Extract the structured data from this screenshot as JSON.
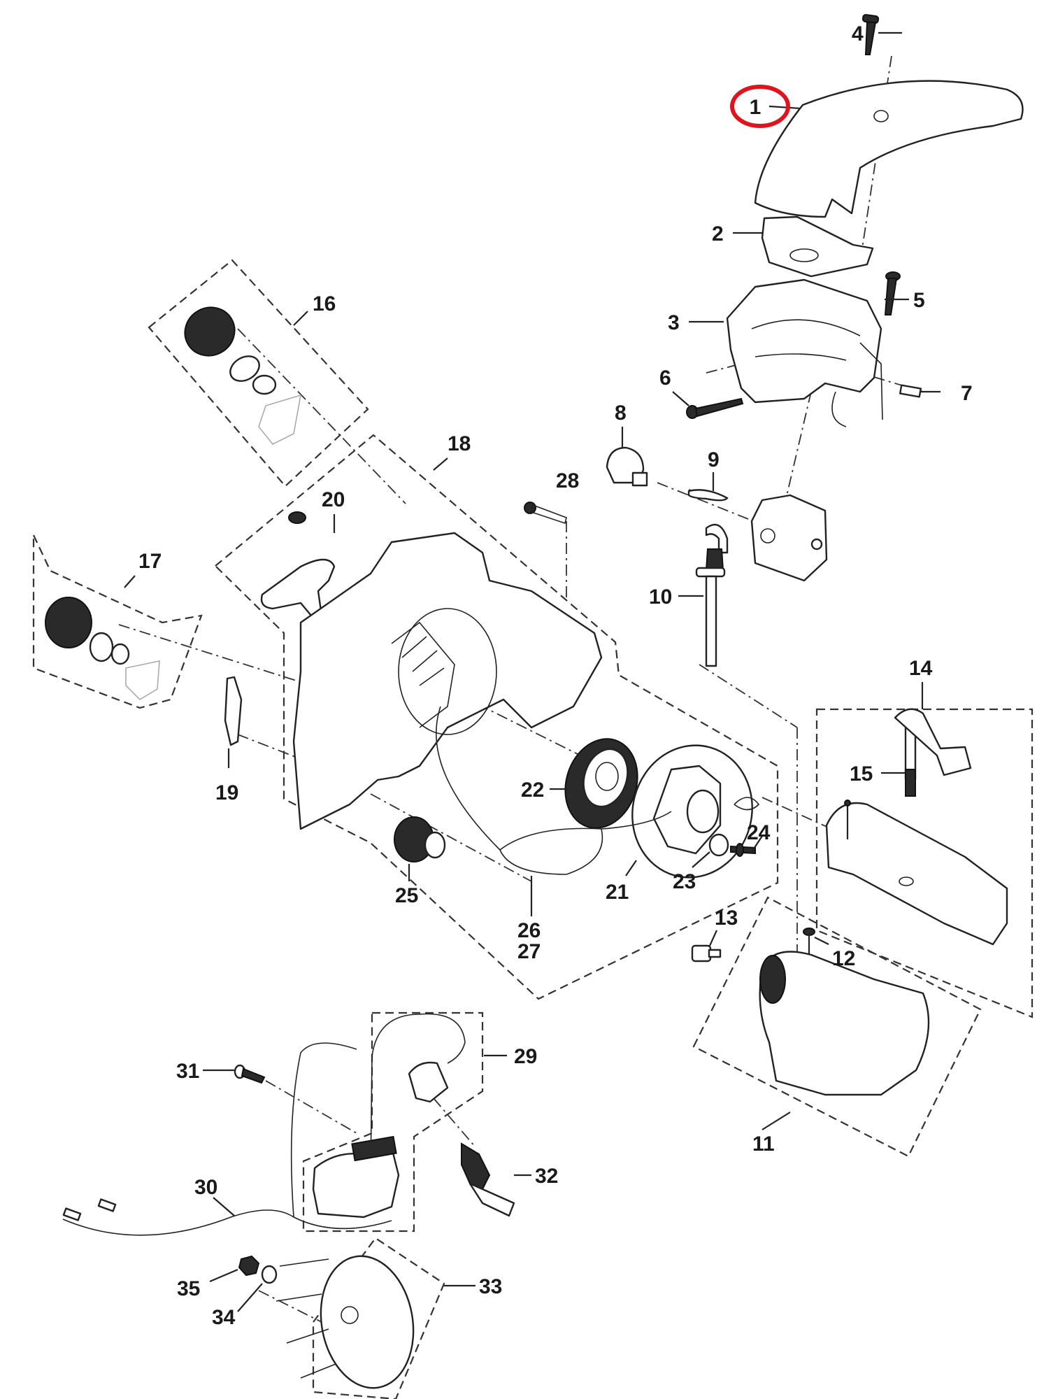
{
  "diagram": {
    "type": "exploded-parts-diagram",
    "subject": "chainsaw engine housing, carburetor, starter and ignition assembly",
    "highlighted_part": "1",
    "highlight_color": "#e0141e",
    "parts": [
      {
        "id": "1",
        "label": "1",
        "desc": "top cover"
      },
      {
        "id": "2",
        "label": "2",
        "desc": "cover plate / gasket"
      },
      {
        "id": "3",
        "label": "3",
        "desc": "carburetor housing / air box"
      },
      {
        "id": "4",
        "label": "4",
        "desc": "cover screw"
      },
      {
        "id": "5",
        "label": "5",
        "desc": "screw"
      },
      {
        "id": "6",
        "label": "6",
        "desc": "long screw"
      },
      {
        "id": "7",
        "label": "7",
        "desc": "terminal / connector"
      },
      {
        "id": "8",
        "label": "8",
        "desc": "primer bulb"
      },
      {
        "id": "9",
        "label": "9",
        "desc": "fuel line"
      },
      {
        "id": "10",
        "label": "10",
        "desc": "fuel pick-up line"
      },
      {
        "id": "11",
        "label": "11",
        "desc": "fuel tank assembly"
      },
      {
        "id": "12",
        "label": "12",
        "desc": "screw"
      },
      {
        "id": "13",
        "label": "13",
        "desc": "vent / valve"
      },
      {
        "id": "14",
        "label": "14",
        "desc": "muffler assembly"
      },
      {
        "id": "15",
        "label": "15",
        "desc": "muffler bolt with bracket"
      },
      {
        "id": "16",
        "label": "16",
        "desc": "oil cap assembly"
      },
      {
        "id": "17",
        "label": "17",
        "desc": "fuel cap assembly"
      },
      {
        "id": "18",
        "label": "18",
        "desc": "starter housing assembly"
      },
      {
        "id": "19",
        "label": "19",
        "desc": "clip"
      },
      {
        "id": "20",
        "label": "20",
        "desc": "starter handle"
      },
      {
        "id": "21",
        "label": "21",
        "desc": "rope pulley"
      },
      {
        "id": "22",
        "label": "22",
        "desc": "recoil spring"
      },
      {
        "id": "23",
        "label": "23",
        "desc": "washer"
      },
      {
        "id": "24",
        "label": "24",
        "desc": "screw"
      },
      {
        "id": "25",
        "label": "25",
        "desc": "grommet / bushing"
      },
      {
        "id": "26",
        "label": "26",
        "desc": "starter rope"
      },
      {
        "id": "27",
        "label": "27",
        "desc": "starter rope (alt.)"
      },
      {
        "id": "28",
        "label": "28",
        "desc": "screw"
      },
      {
        "id": "29",
        "label": "29",
        "desc": "ignition module assembly"
      },
      {
        "id": "30",
        "label": "30",
        "desc": "ignition wire"
      },
      {
        "id": "31",
        "label": "31",
        "desc": "screw"
      },
      {
        "id": "32",
        "label": "32",
        "desc": "spark plug"
      },
      {
        "id": "33",
        "label": "33",
        "desc": "flywheel assembly"
      },
      {
        "id": "34",
        "label": "34",
        "desc": "washer"
      },
      {
        "id": "35",
        "label": "35",
        "desc": "nut"
      }
    ]
  }
}
